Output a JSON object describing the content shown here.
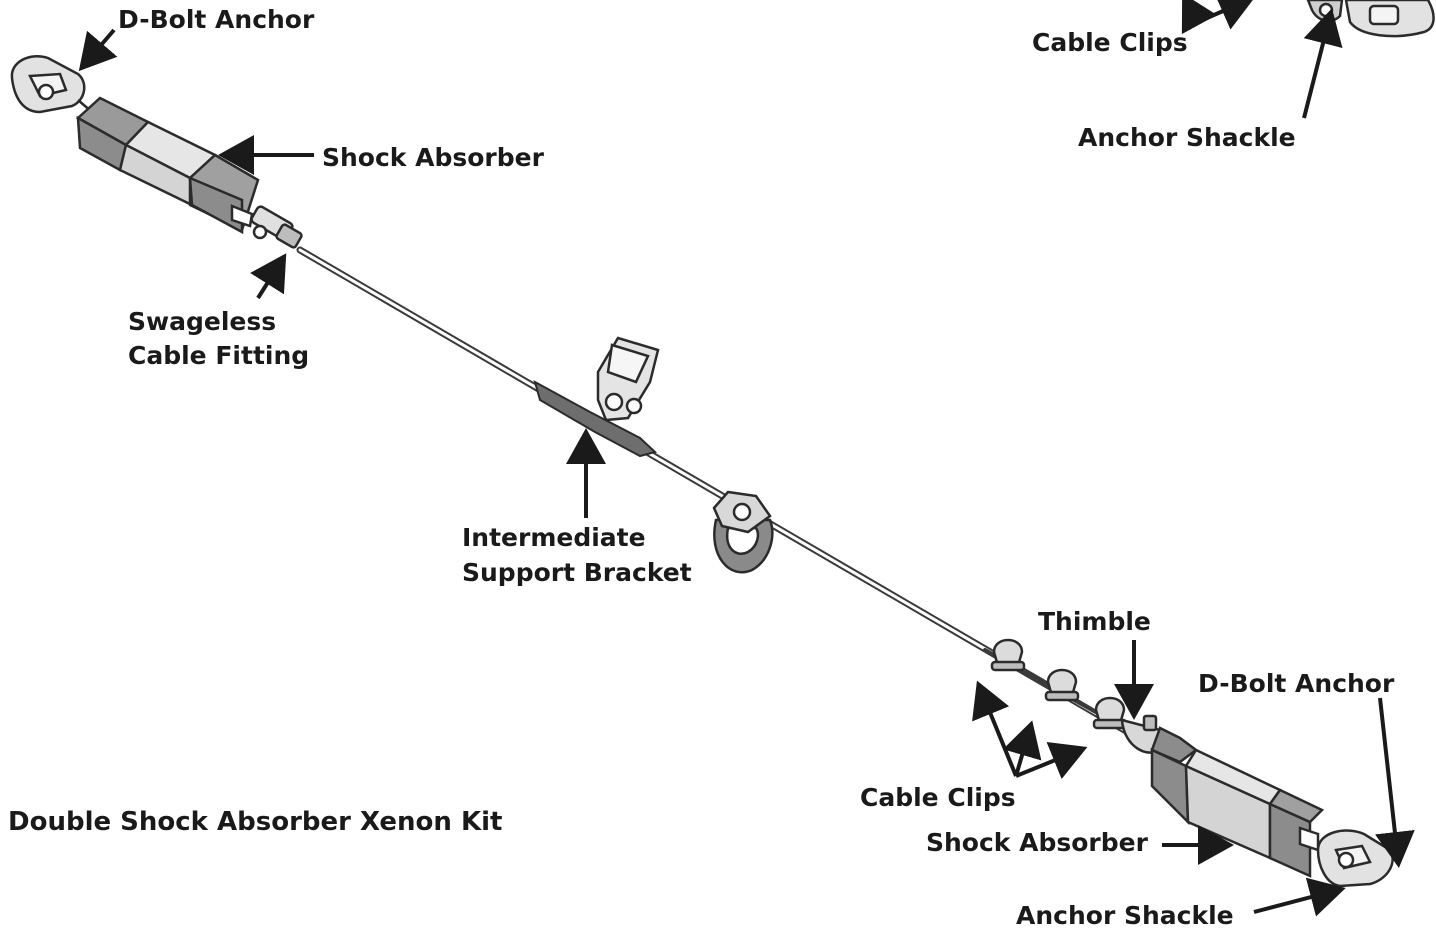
{
  "caption": "Double Shock Absorber Xenon Kit",
  "labels": {
    "d_bolt_anchor_left": "D-Bolt Anchor",
    "shock_absorber_left": "Shock Absorber",
    "swageless_line1": "Swageless",
    "swageless_line2": "Cable Fitting",
    "intermediate_line1": "Intermediate",
    "intermediate_line2": "Support Bracket",
    "cable_clips_top": "Cable Clips",
    "anchor_shackle_top": "Anchor Shackle",
    "thimble": "Thimble",
    "d_bolt_anchor_right": "D-Bolt Anchor",
    "cable_clips_bottom": "Cable Clips",
    "shock_absorber_right": "Shock Absorber",
    "anchor_shackle_bottom": "Anchor Shackle"
  },
  "colors": {
    "text": "#1a1a1a",
    "absorber_dark": "#8c8c8c",
    "absorber_light": "#d4d4d4",
    "part_fill": "#e2e2e2",
    "bracket_dark": "#6e6e6e"
  }
}
